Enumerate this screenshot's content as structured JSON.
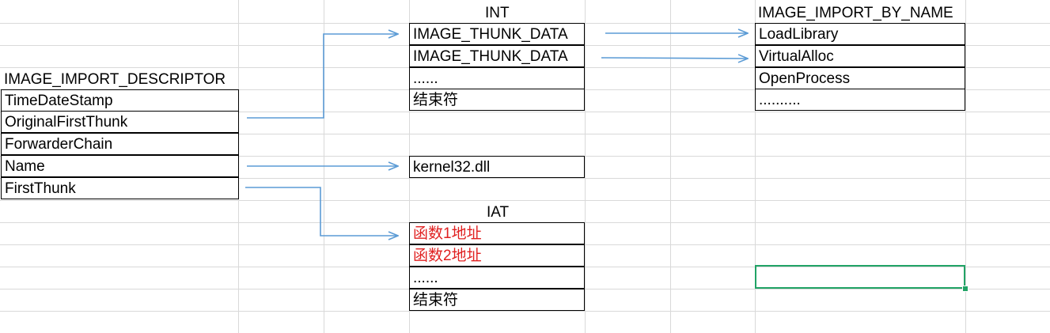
{
  "descriptor": {
    "title": "IMAGE_IMPORT_DESCRIPTOR",
    "fields": [
      "TimeDateStamp",
      "OriginalFirstThunk",
      "ForwarderChain",
      "Name",
      "FirstThunk"
    ]
  },
  "int_table": {
    "title": "INT",
    "rows": [
      "IMAGE_THUNK_DATA",
      "IMAGE_THUNK_DATA",
      "......",
      "结束符"
    ]
  },
  "dll_name": "kernel32.dll",
  "iat_table": {
    "title": "IAT",
    "rows": [
      "函数1地址",
      "函数2地址",
      "......",
      "结束符"
    ]
  },
  "by_name_table": {
    "title": "IMAGE_IMPORT_BY_NAME",
    "rows": [
      "LoadLibrary",
      "VirtualAlloc",
      "OpenProcess",
      ".........."
    ]
  },
  "colors": {
    "arrow": "#5b9bd5",
    "highlight_text": "#e02020",
    "selection": "#21a366",
    "gridline": "#d9d9d9"
  }
}
